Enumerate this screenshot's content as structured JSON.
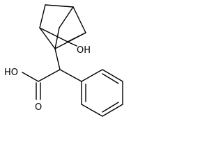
{
  "labels": {
    "hydroxyl": "OH",
    "carboxylic_acid": "HO",
    "carbonyl_oxygen": "O"
  }
}
